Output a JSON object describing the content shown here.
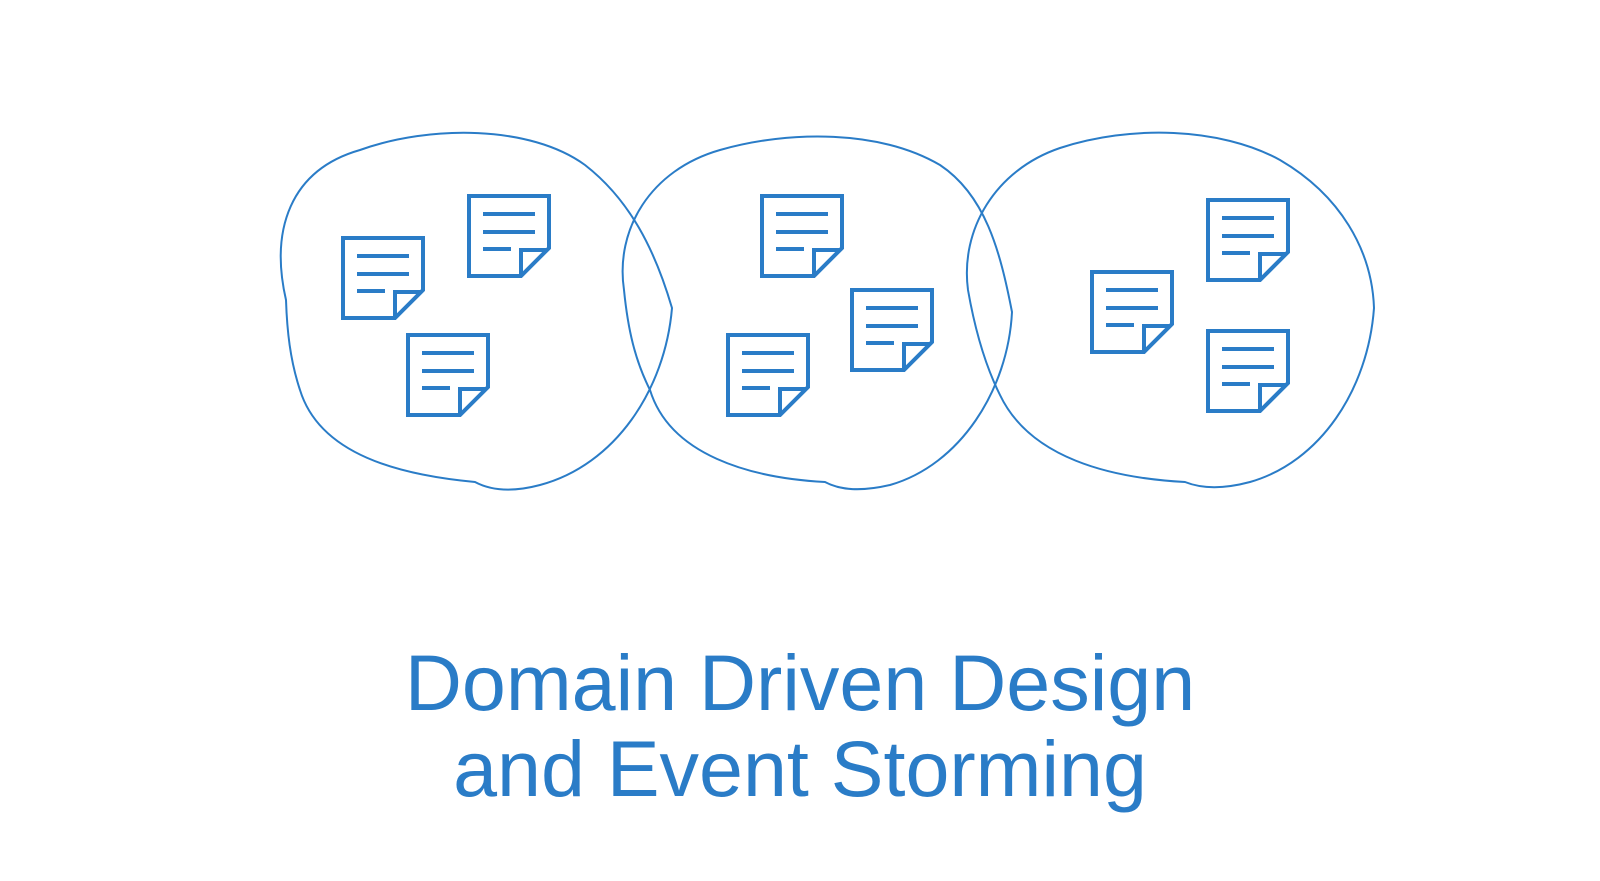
{
  "title": {
    "line1": "Domain Driven Design",
    "line2": "and Event Storming"
  },
  "colors": {
    "accent": "#2a7cc7",
    "background": "#ffffff"
  },
  "diagram": {
    "bounded_context_count": 3,
    "note_icon": "sticky-note-icon",
    "notes_per_context": [
      3,
      3,
      3
    ]
  }
}
